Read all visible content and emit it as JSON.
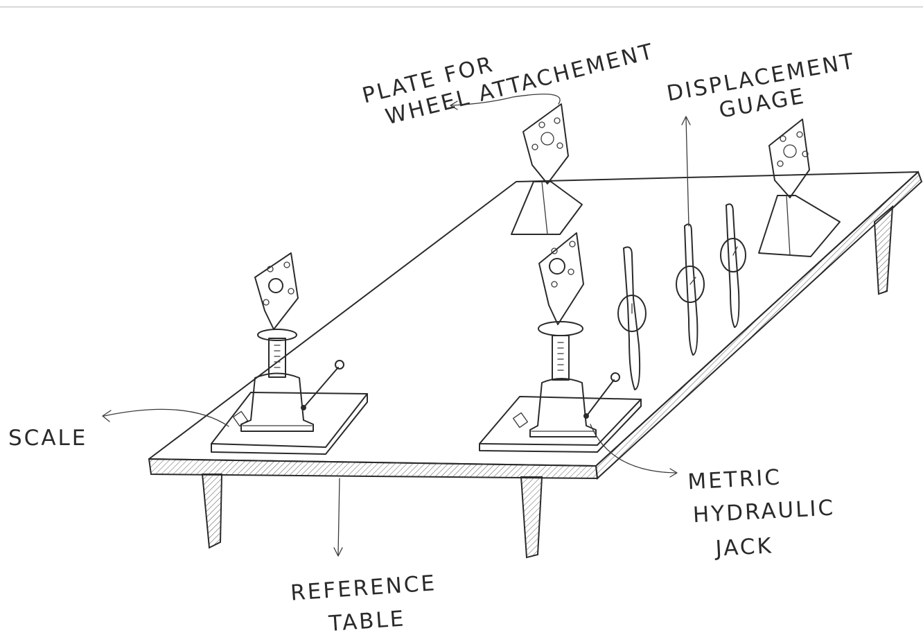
{
  "labels": {
    "plate_line1": "PLATE FOR",
    "plate_line2": "WHEEL ATTACHEMENT",
    "displacement_line1": "DISPLACEMENT",
    "displacement_line2": "GUAGE",
    "scale": "SCALE",
    "jack_line1": "METRIC",
    "jack_line2": "HYDRAULIC",
    "jack_line3": "JACK",
    "table_line1": "REFERENCE",
    "table_line2": "TABLE"
  },
  "colors": {
    "ink": "#2a2a2a",
    "paper": "#ffffff"
  }
}
